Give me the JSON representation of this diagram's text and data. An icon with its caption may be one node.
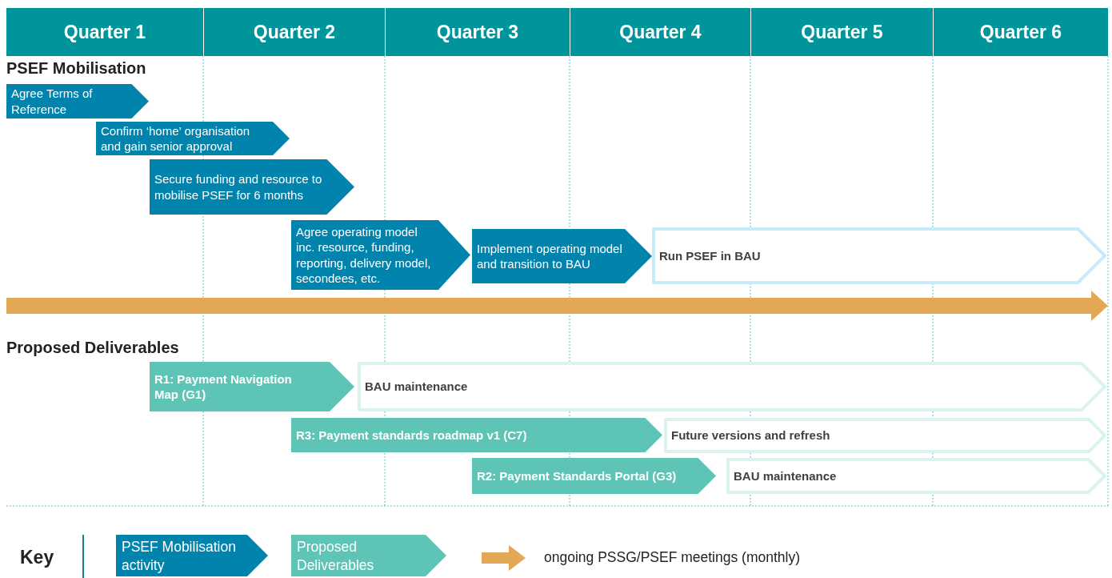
{
  "diagram": {
    "nodes": [
      {
        "text": [
          "Quarter 1"
        ]
      },
      {
        "text": [
          "Quarter 2"
        ]
      },
      {
        "text": [
          "Quarter 3"
        ]
      },
      {
        "text": [
          "Quarter 4"
        ]
      },
      {
        "text": [
          "Quarter 5"
        ]
      },
      {
        "text": [
          "Quarter 6"
        ]
      },
      {
        "text": [
          "Agree Terms of Reference"
        ]
      },
      {
        "text": [
          "Confirm ‘home’ organisation and gain senior approval"
        ]
      },
      {
        "text": [
          "Secure funding and resource to mobilise PSEF for 6 months"
        ]
      },
      {
        "text": [
          "Agree operating model inc. resource, funding, reporting, delivery model, secondees, etc."
        ]
      },
      {
        "text": [
          "Implement operating model and transition to BAU"
        ]
      },
      {
        "text": [
          "Run PSEF in BAU"
        ]
      },
      {
        "text": [
          "R1: Payment Navigation Map (G1)"
        ]
      },
      {
        "text": [
          "BAU maintenance"
        ]
      },
      {
        "text": [
          "R3: Payment standards roadmap v1 (C7)"
        ]
      },
      {
        "text": [
          "Future versions and refresh"
        ]
      },
      {
        "text": [
          "R2: Payment Standards Portal (G3)"
        ]
      },
      {
        "text": [
          "BAU maintenance"
        ]
      }
    ],
    "edges": [],
    "labels": [
      "PSEF Mobilisation",
      "Proposed Deliverables",
      "Key"
    ],
    "legend": [
      {
        "text": "PSEF Mobilisation activity",
        "color": "#0083ad"
      },
      {
        "text": "Proposed Deliverables",
        "color": "#5ec4b6"
      },
      {
        "text": "ongoing PSSG/PSEF meetings (monthly)"
      }
    ]
  }
}
